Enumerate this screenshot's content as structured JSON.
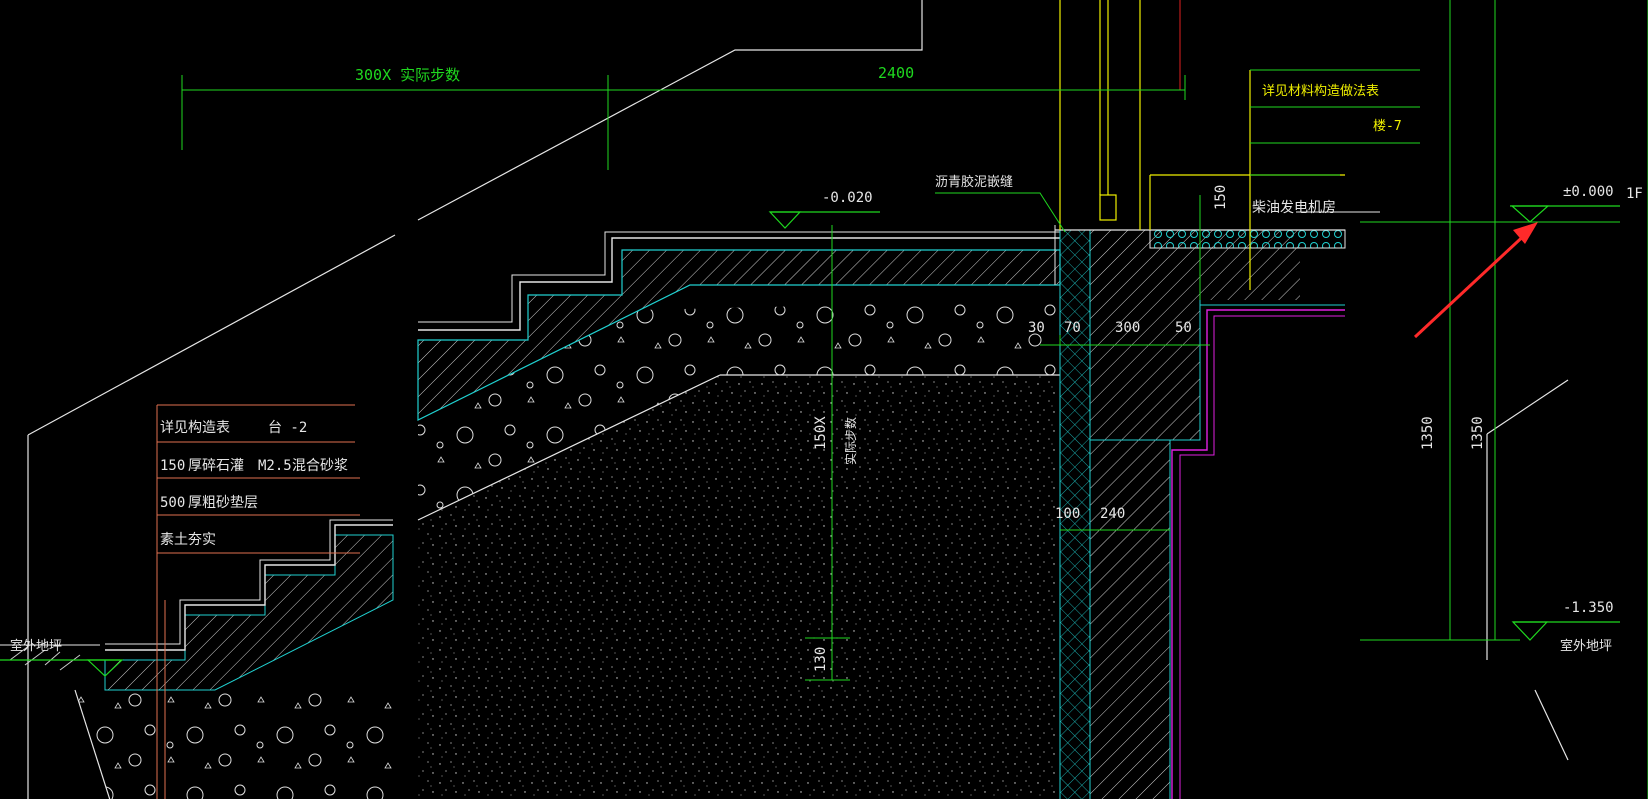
{
  "dimensions": {
    "steps_top": "300X 实际步数",
    "width_top": "2400",
    "level_landing": "-0.020",
    "level_floor": "±0.000",
    "floor_tag": "1F",
    "level_outdoor": "-1.350",
    "h150": "150",
    "d30": "30",
    "d70": "70",
    "d300": "300",
    "d50": "50",
    "d100": "100",
    "d240": "240",
    "vert_steps": "150X",
    "vert_steps_note": "实际步数",
    "d130": "130",
    "h1350a": "1350",
    "h1350b": "1350"
  },
  "labels": {
    "asphalt_joint": "沥青胶泥嵌缝",
    "detail_ref": "详见材料构造做法表",
    "floor_code": "楼-7",
    "room_name": "柴油发电机房",
    "outdoor_ground_left": "室外地坪",
    "outdoor_ground_right": "室外地坪"
  },
  "construction_table": {
    "header_label": "详见构造表",
    "header_code": "台 -2",
    "rows": [
      {
        "thickness": "150",
        "material": "厚碎石灌",
        "mortar": "M2.5",
        "mortar_note": "混合砂浆"
      },
      {
        "thickness": "500",
        "material": "厚粗砂垫层",
        "mortar": "",
        "mortar_note": ""
      },
      {
        "thickness": "",
        "material": "素土夯实",
        "mortar": "",
        "mortar_note": ""
      }
    ]
  },
  "colors": {
    "background": "#000000",
    "dimension": "#1fd81f",
    "outline": "#e6e6e6",
    "finish_layer": "#20d0d0",
    "hatch": "#cfcfcf",
    "column": "#f0f000",
    "membrane": "#e020e0",
    "table_border": "#e07050",
    "accent_arrow": "#ff2a2a"
  }
}
